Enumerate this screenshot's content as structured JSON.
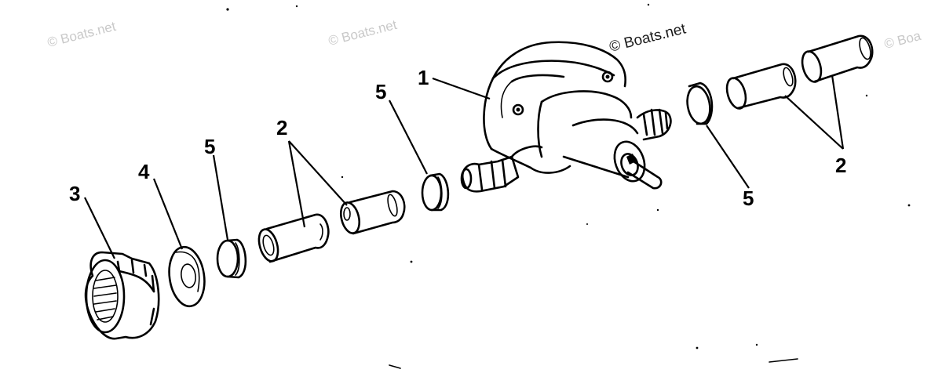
{
  "watermarks": [
    "© Boats.net",
    "© Boats.net",
    "© Boats.net",
    "© Boa"
  ],
  "callouts": {
    "pump": "1",
    "tube_left": "2",
    "tube_right": "2",
    "nut": "3",
    "washer": "4",
    "clamp_far_left": "5",
    "clamp_mid": "5",
    "clamp_right": "5"
  }
}
